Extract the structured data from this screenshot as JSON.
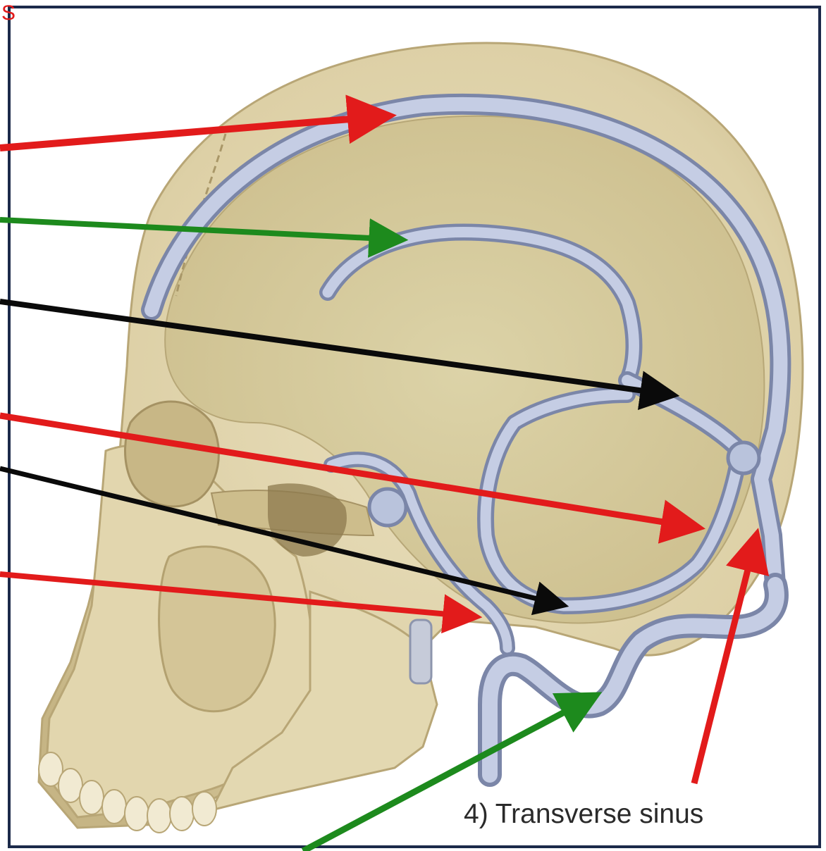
{
  "figure": {
    "subject": "skull-dural-venous-sinuses",
    "labels": {
      "transverse_sinus": "4) Transverse sinus"
    },
    "corner_mark": "S"
  },
  "colors": {
    "frame": "#1c2a4a",
    "arrow_red": "#e21b1b",
    "arrow_green": "#1d8a1d",
    "arrow_black": "#0a0a0a",
    "bone": "#e4d9b4",
    "bone_shadow": "#c9ba8b",
    "bone_dark": "#a89462",
    "sinus": "#b9c3dc",
    "sinus_edge": "#7b86a8",
    "cranial_interior": "#d9cf9f"
  },
  "arrows": [
    {
      "id": "superior-sagittal-arrow",
      "color": "red"
    },
    {
      "id": "inferior-sagittal-arrow",
      "color": "green"
    },
    {
      "id": "straight-sinus-arrow",
      "color": "black"
    },
    {
      "id": "occipital-sinus-arrow",
      "color": "red"
    },
    {
      "id": "sigmoid-sinus-arrow",
      "color": "black"
    },
    {
      "id": "petrosal-sinus-arrow",
      "color": "red"
    },
    {
      "id": "jugular-bulb-arrow",
      "color": "green"
    },
    {
      "id": "transverse-sinus-arrow",
      "color": "red"
    }
  ]
}
